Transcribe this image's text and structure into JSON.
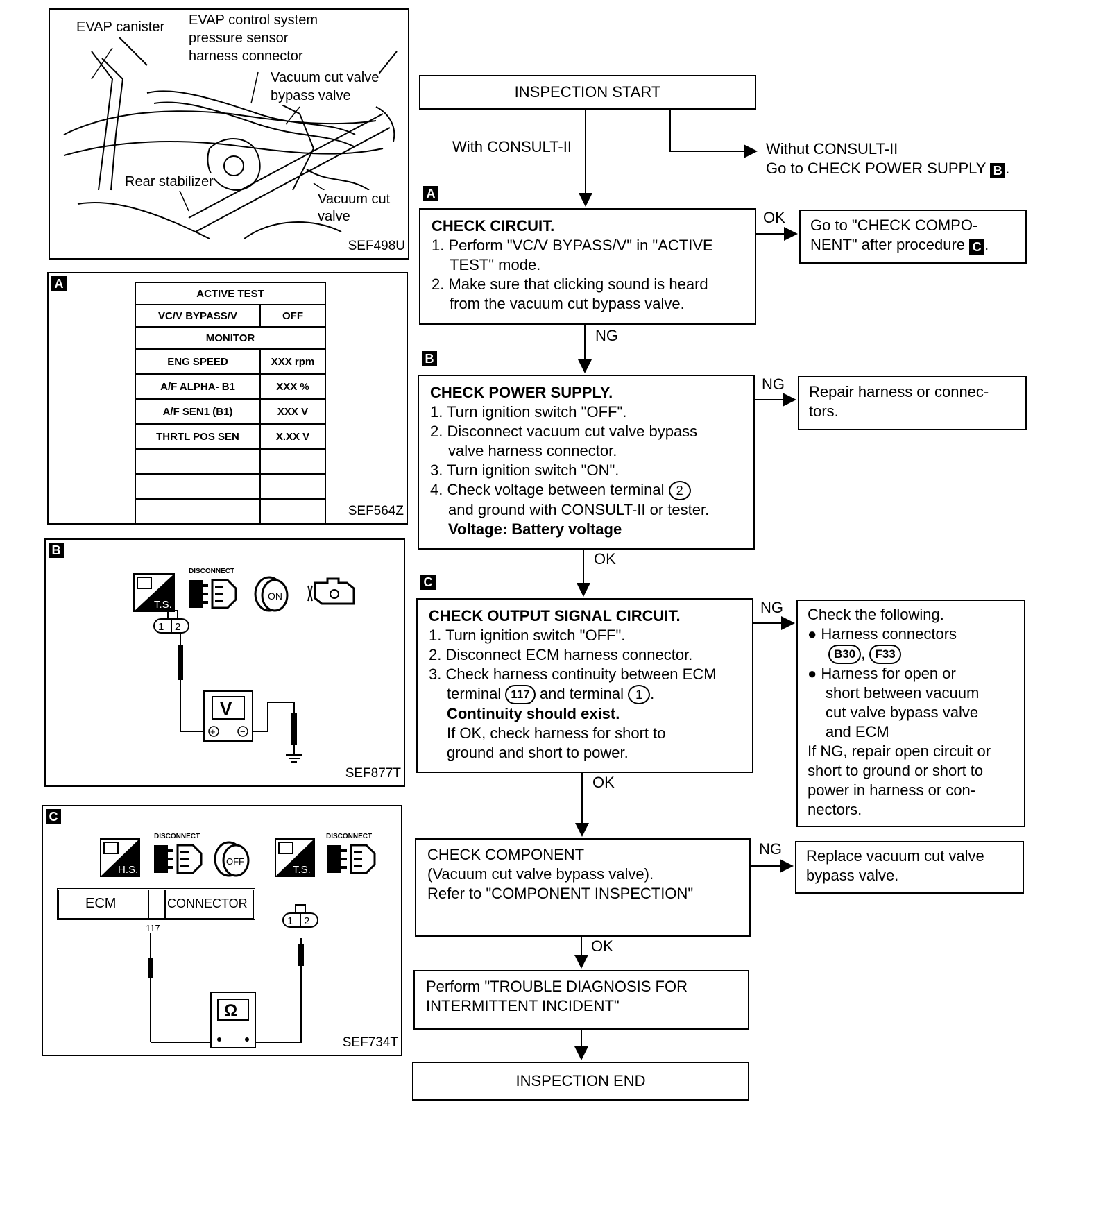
{
  "photo_panel": {
    "labels": {
      "evap_canister": "EVAP canister",
      "pressure_sensor": [
        "EVAP control system",
        "pressure sensor",
        "harness connector"
      ],
      "bypass_valve": [
        "Vacuum cut valve",
        "bypass valve"
      ],
      "rear_stabilizer": "Rear stabilizer",
      "vacuum_cut_valve": [
        "Vacuum cut",
        "valve"
      ]
    },
    "code": "SEF498U"
  },
  "panel_a": {
    "tag": "A",
    "table_title": "ACTIVE TEST",
    "test_item": "VC/V BYPASS/V",
    "test_value": "OFF",
    "monitor_header": "MONITOR",
    "rows": [
      {
        "name": "ENG SPEED",
        "value": "XXX rpm"
      },
      {
        "name": "A/F ALPHA- B1",
        "value": "XXX %"
      },
      {
        "name": "A/F SEN1 (B1)",
        "value": "XXX V"
      },
      {
        "name": "THRTL POS SEN",
        "value": "X.XX V"
      }
    ],
    "code": "SEF564Z"
  },
  "panel_b": {
    "tag": "B",
    "disconnect_label": "DISCONNECT",
    "ts_label": "T.S.",
    "on_label": "ON",
    "pins": [
      "1",
      "2"
    ],
    "meter": "V",
    "code": "SEF877T"
  },
  "panel_c": {
    "tag": "C",
    "disconnect_label": "DISCONNECT",
    "hs_label": "H.S.",
    "ts_label": "T.S.",
    "off_label": "OFF",
    "ecm_label": "ECM",
    "connector_label": "CONNECTOR",
    "terminal": "117",
    "pins": [
      "1",
      "2"
    ],
    "meter": "Ω",
    "code": "SEF734T"
  },
  "flow": {
    "start": "INSPECTION START",
    "with_consult": "With CONSULT-II",
    "without_consult": "Withut CONSULT-II",
    "goto_power_prefix": "Go to CHECK POWER SUPPLY",
    "goto_power_tag": "B",
    "step_a": {
      "tag": "A",
      "title": "CHECK CIRCUIT.",
      "items": [
        "1. Perform \"VC/V BYPASS/V\" in \"ACTIVE",
        "TEST\" mode.",
        "2. Make sure that clicking sound is heard",
        "from the vacuum cut bypass valve."
      ]
    },
    "ok_a": "OK",
    "result_a": [
      "Go to \"CHECK COMPO-",
      "NENT\" after procedure"
    ],
    "result_a_tag": "C",
    "ng_a": "NG",
    "step_b": {
      "tag": "B",
      "title": "CHECK POWER SUPPLY.",
      "items": [
        "1. Turn ignition switch \"OFF\".",
        "2. Disconnect vacuum cut valve bypass",
        "valve harness connector.",
        "3. Turn ignition switch \"ON\".",
        "4. Check voltage between terminal",
        "and ground with CONSULT-II or tester."
      ],
      "terminal": "2",
      "spec": "Voltage: Battery voltage"
    },
    "ng_b": "NG",
    "result_b": [
      "Repair harness or connec-",
      "tors."
    ],
    "ok_b": "OK",
    "step_c": {
      "tag": "C",
      "title": "CHECK OUTPUT SIGNAL CIRCUIT.",
      "items": [
        "1. Turn ignition switch \"OFF\".",
        "2. Disconnect ECM harness connector.",
        "3. Check harness continuity between ECM",
        "terminal",
        "and terminal"
      ],
      "terminal_ecm": "117",
      "terminal_conn": "1",
      "spec": "Continuity should exist.",
      "note": [
        "If OK, check harness for short to",
        "ground and short to power."
      ]
    },
    "ng_c": "NG",
    "result_c": {
      "title": "Check the following.",
      "bullet1": "Harness connectors",
      "connectors": [
        "B30",
        "F33"
      ],
      "bullet2": [
        "Harness for open or",
        "short between vacuum",
        "cut valve bypass valve",
        "and ECM"
      ],
      "footer": [
        "If NG, repair open circuit or",
        "short to ground or short to",
        "power in harness or con-",
        "nectors."
      ]
    },
    "ok_c": "OK",
    "component": [
      "CHECK COMPONENT",
      "(Vacuum cut valve bypass valve).",
      "Refer to \"COMPONENT INSPECTION\""
    ],
    "ng_d": "NG",
    "result_d": [
      "Replace vacuum cut valve",
      "bypass valve."
    ],
    "ok_d": "OK",
    "trouble": [
      "Perform \"TROUBLE DIAGNOSIS FOR",
      "INTERMITTENT INCIDENT\""
    ],
    "end": "INSPECTION END"
  }
}
